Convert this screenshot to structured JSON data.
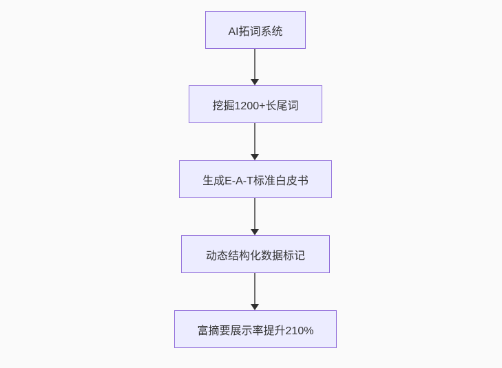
{
  "diagram": {
    "type": "flowchart-top-down",
    "colors": {
      "background": "#fafafa",
      "node_fill": "#ececff",
      "node_border": "#9370db",
      "edge_line": "#6d6d6d",
      "arrowhead": "#2e2e2e",
      "text": "#333333"
    },
    "nodes": [
      {
        "id": "node-1",
        "label": "AI拓词系统"
      },
      {
        "id": "node-2",
        "label": "挖掘1200+长尾词"
      },
      {
        "id": "node-3",
        "label": "生成E-A-T标准白皮书"
      },
      {
        "id": "node-4",
        "label": "动态结构化数据标记"
      },
      {
        "id": "node-5",
        "label": "富摘要展示率提升210%"
      }
    ],
    "edges": [
      {
        "from": "node-1",
        "to": "node-2"
      },
      {
        "from": "node-2",
        "to": "node-3"
      },
      {
        "from": "node-3",
        "to": "node-4"
      },
      {
        "from": "node-4",
        "to": "node-5"
      }
    ]
  }
}
